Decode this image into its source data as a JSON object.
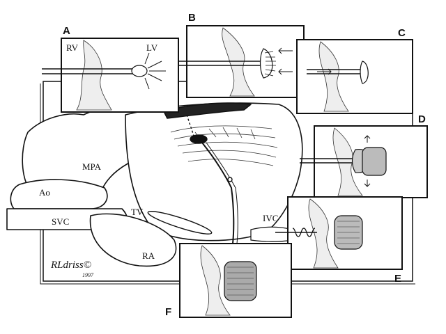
{
  "panels": {
    "a": "A",
    "b": "B",
    "c": "C",
    "d": "D",
    "e": "E",
    "f": "F"
  },
  "anatomy": {
    "rv": "RV",
    "lv": "LV",
    "mpa": "MPA",
    "ao": "Ao",
    "tv": "TV",
    "svc": "SVC",
    "ivc": "IVC",
    "ra": "RA"
  },
  "signature": {
    "name": "RLdriss©",
    "year": "1997"
  },
  "colors": {
    "ink": "#111111",
    "background": "#ffffff"
  }
}
